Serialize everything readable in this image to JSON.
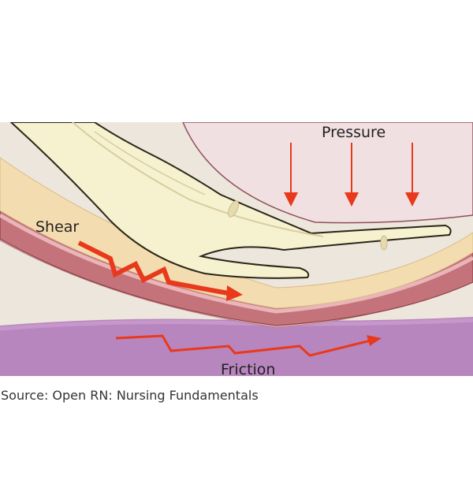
{
  "diagram": {
    "labels": {
      "pressure": "Pressure",
      "shear": "Shear",
      "friction": "Friction"
    },
    "arrow_color": "#e8391c",
    "colors": {
      "skin_background": "#ede6dc",
      "bone": "#f6f1cf",
      "fat_layer": "#f3ddb0",
      "muscle_layer": "#c4737a",
      "skin_layer": "#f3d0cf",
      "pressure_body": "#f1e0e1",
      "surface": "#b886be"
    }
  },
  "source": {
    "caption": "Source: Open RN: Nursing Fundamentals"
  }
}
